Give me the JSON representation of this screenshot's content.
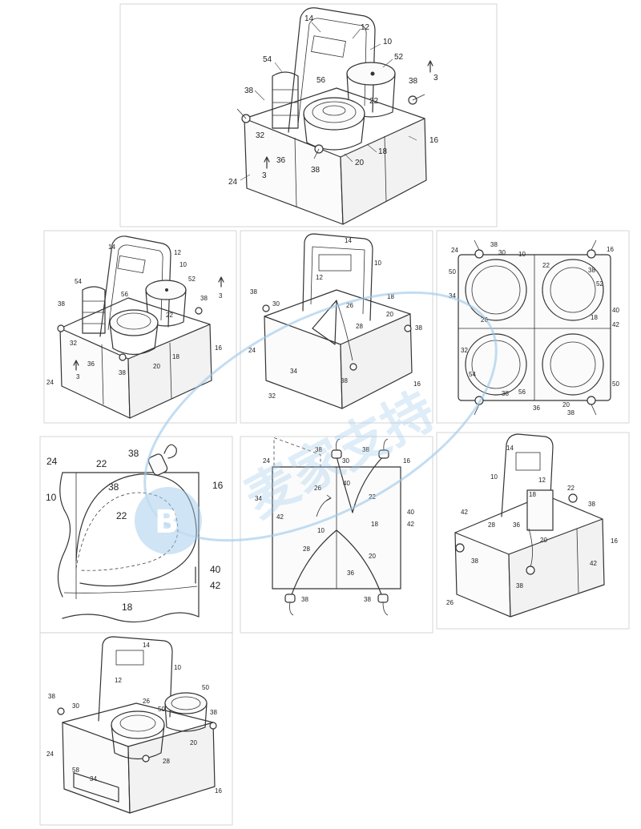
{
  "figures": [
    {
      "id": "fig1",
      "labels": [
        "14",
        "12",
        "10",
        "54",
        "52",
        "56",
        "38",
        "3",
        "22",
        "38",
        "32",
        "16",
        "36",
        "18",
        "38",
        "20",
        "24",
        "3"
      ]
    },
    {
      "id": "fig2",
      "labels": [
        "14",
        "12",
        "10",
        "54",
        "52",
        "56",
        "3",
        "38",
        "22",
        "38",
        "32",
        "36",
        "18",
        "16",
        "24",
        "3",
        "38",
        "20"
      ]
    },
    {
      "id": "fig3",
      "labels": [
        "14",
        "10",
        "12",
        "38",
        "30",
        "26",
        "28",
        "20",
        "18",
        "38",
        "24",
        "34",
        "38",
        "16",
        "32"
      ]
    },
    {
      "id": "fig4",
      "labels": [
        "24",
        "38",
        "30",
        "10",
        "16",
        "50",
        "22",
        "52",
        "38",
        "34",
        "40",
        "42",
        "26",
        "18",
        "32",
        "54",
        "38",
        "56",
        "36",
        "20",
        "38",
        "50"
      ]
    },
    {
      "id": "fig5",
      "labels": [
        "38",
        "24",
        "22",
        "10",
        "38",
        "16",
        "22",
        "40",
        "42",
        "18"
      ]
    },
    {
      "id": "fig6",
      "labels": [
        "38",
        "38",
        "24",
        "30",
        "16",
        "26",
        "34",
        "40",
        "22",
        "40",
        "42",
        "42",
        "18",
        "10",
        "28",
        "20",
        "36",
        "38",
        "38"
      ]
    },
    {
      "id": "fig7",
      "labels": [
        "14",
        "10",
        "12",
        "18",
        "22",
        "42",
        "38",
        "28",
        "36",
        "20",
        "38",
        "16",
        "42",
        "38",
        "26"
      ]
    },
    {
      "id": "fig8",
      "labels": [
        "14",
        "10",
        "12",
        "38",
        "30",
        "26",
        "50",
        "50",
        "38",
        "24",
        "20",
        "28",
        "58",
        "34",
        "16"
      ]
    }
  ],
  "watermark": {
    "text": "麦家支持",
    "color": "#9cc8ea"
  }
}
